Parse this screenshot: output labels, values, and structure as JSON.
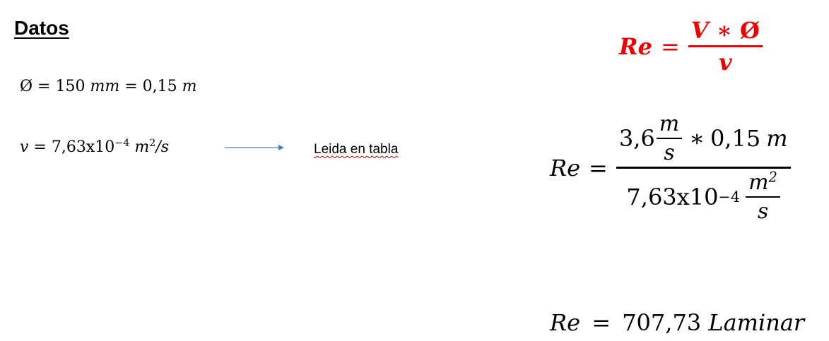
{
  "title": "Datos",
  "eq_diameter": {
    "symbol": "Ø",
    "equals": "=",
    "value_mm": "150",
    "unit_mm": "mm",
    "value_m": "0,15",
    "unit_m": "m"
  },
  "eq_viscosity": {
    "symbol": "v",
    "equals": "=",
    "mantissa": "7,63x10",
    "exponent": "−4",
    "unit_base": "m",
    "unit_exp": "2",
    "unit_tail": "/s"
  },
  "note": "Leida en tabla",
  "formula": {
    "lhs": "Re",
    "equals": "=",
    "num_v": "V",
    "num_op": "∗",
    "num_d": "Ø",
    "den": "v"
  },
  "calc": {
    "lhs": "Re",
    "equals": "=",
    "velocity": "3,6",
    "vel_unit_num": "m",
    "vel_unit_den": "s",
    "op": "∗",
    "diameter": "0,15",
    "diam_unit": "m",
    "visc_mantissa": "7,63x10",
    "visc_exp": "−4",
    "visc_unit_base": "m",
    "visc_unit_exp": "2",
    "visc_unit_den": "s"
  },
  "result": {
    "lhs": "Re",
    "equals": "=",
    "value": "707,73",
    "regime": "Laminar"
  },
  "colors": {
    "formula": "#ee0000",
    "arrow": "#4a7ebb",
    "spellcheck": "#c00000"
  }
}
